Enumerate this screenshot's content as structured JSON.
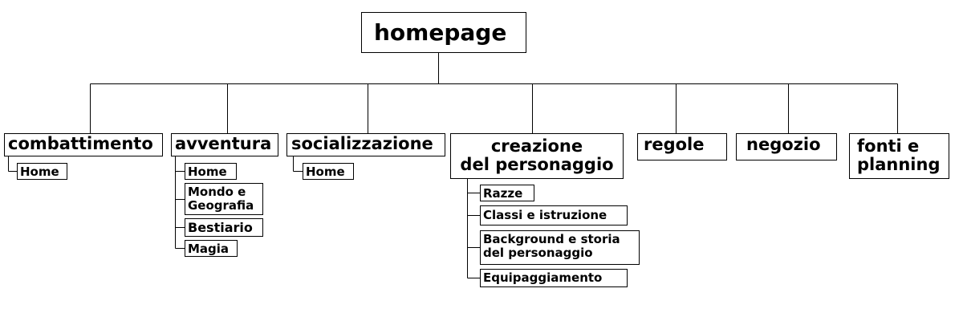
{
  "root": "homepage",
  "sections": [
    {
      "label": "combattimento",
      "children": [
        "Home"
      ]
    },
    {
      "label": "avventura",
      "children": [
        "Home",
        "Mondo e\nGeografia",
        "Bestiario",
        "Magia"
      ]
    },
    {
      "label": "socializzazione",
      "children": [
        "Home"
      ]
    },
    {
      "label": "creazione\ndel personaggio",
      "children": [
        "Razze",
        "Classi e istruzione",
        "Background e storia\ndel personaggio",
        "Equipaggiamento"
      ]
    },
    {
      "label": "regole",
      "children": []
    },
    {
      "label": "negozio",
      "children": []
    },
    {
      "label": "fonti e\nplanning",
      "children": []
    }
  ]
}
